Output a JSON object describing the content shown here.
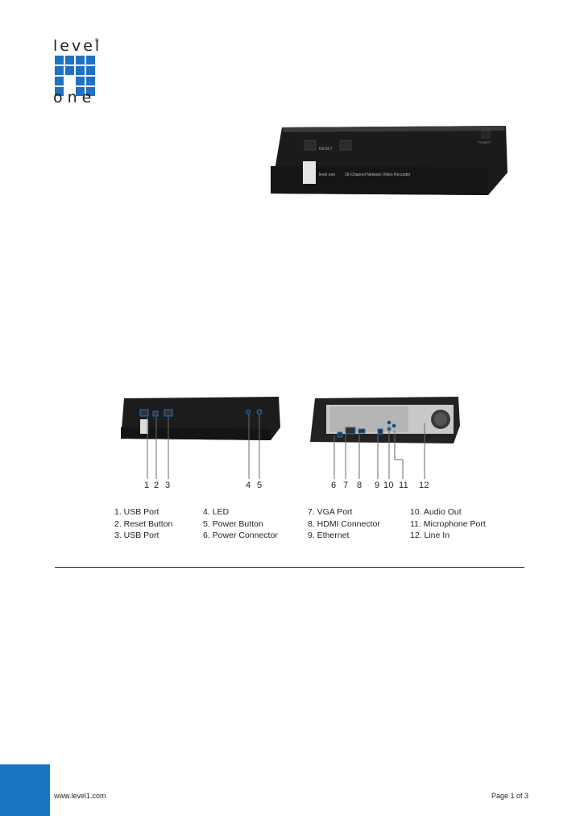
{
  "logo": {
    "top_word": "level",
    "registered": "®",
    "bottom_word": "one",
    "color": "#1f72c2"
  },
  "product_photo": {
    "front_labels": [
      "RESET",
      "POWER"
    ],
    "brand_text": "level one",
    "model_text": "16-Channel Network Video Recorder"
  },
  "callouts": {
    "front_numbers": [
      "1",
      "2",
      "3",
      "4",
      "5"
    ],
    "rear_numbers": [
      "6",
      "7",
      "8",
      "9",
      "10",
      "11",
      "12"
    ]
  },
  "legend": {
    "col1": [
      "1. USB Port",
      "2. Reset Button",
      "3. USB Port"
    ],
    "col2": [
      "4. LED",
      "5. Power Button",
      "6. Power Connector"
    ],
    "col3": [
      "7. VGA Port",
      "8. HDMI Connector",
      "9. Ethernet"
    ],
    "col4": [
      "10. Audio Out",
      "11. Microphone Port",
      "12. Line In"
    ]
  },
  "footer": {
    "website": "www.level1.com",
    "page": "Page 1 of 3"
  },
  "colors": {
    "accent": "#1a75c3",
    "text": "#231f20",
    "device": "#1b1b1b"
  }
}
